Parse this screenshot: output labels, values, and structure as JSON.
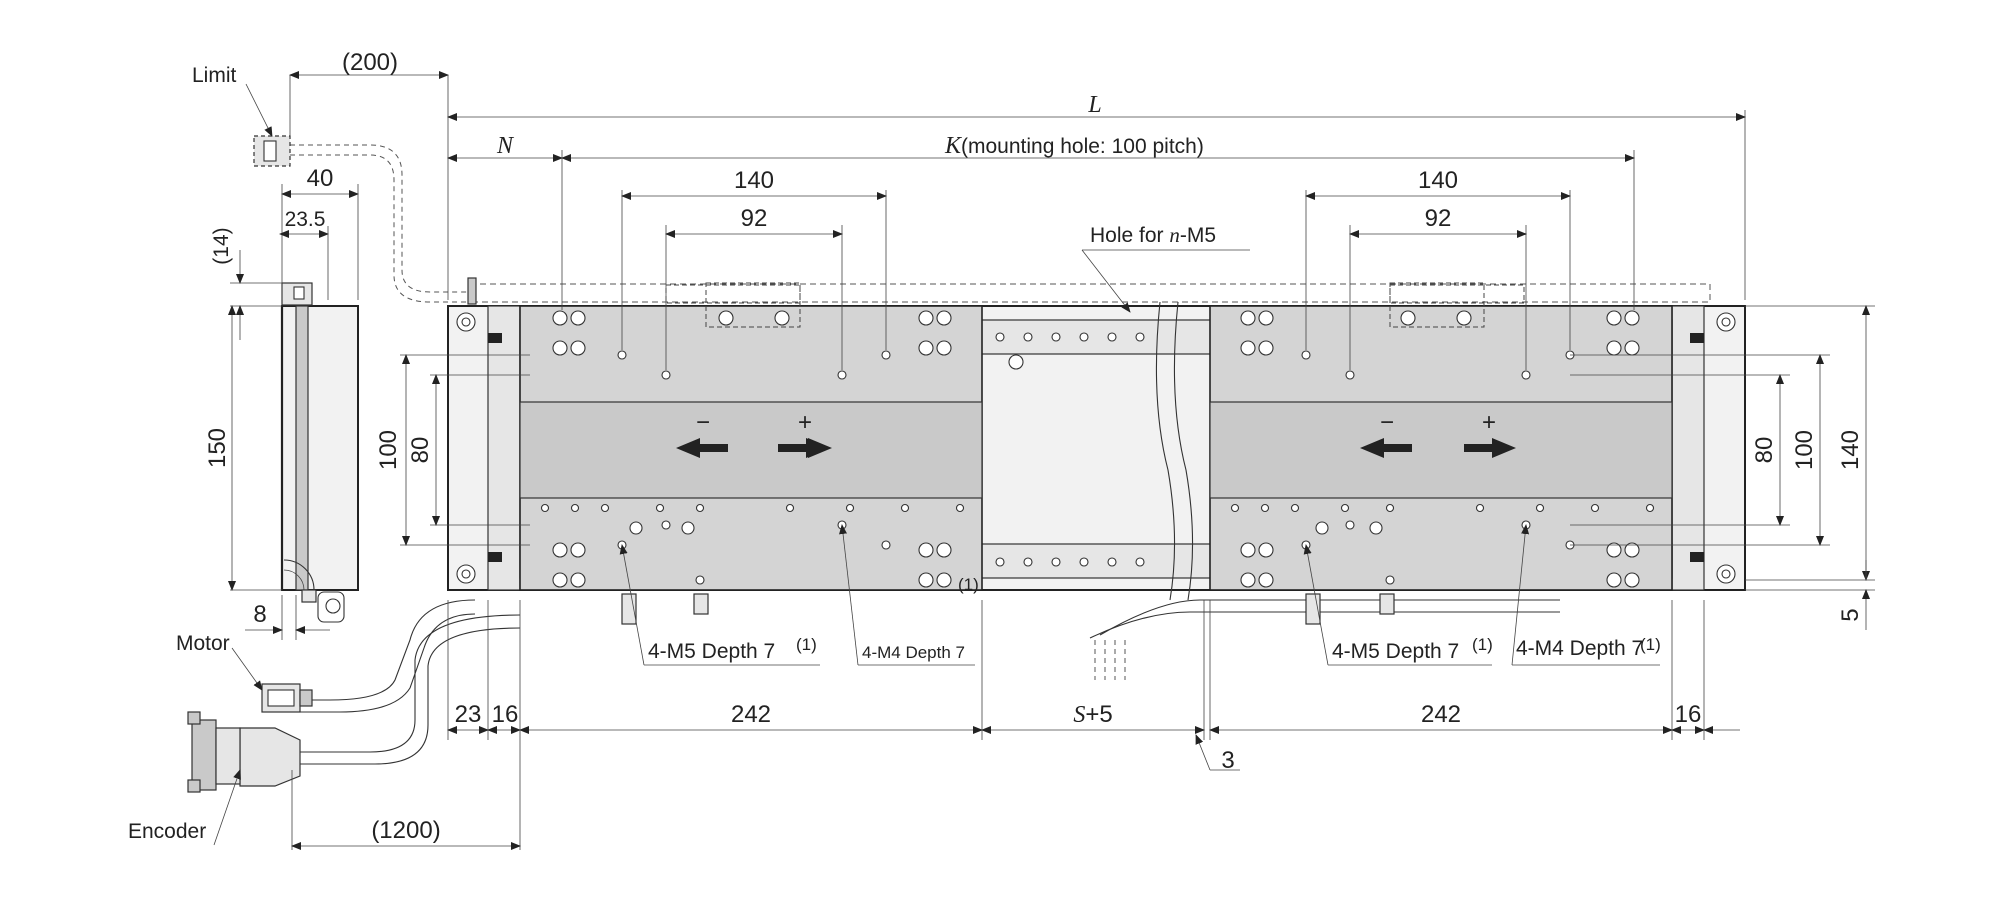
{
  "labels": {
    "limit": "Limit",
    "motor": "Motor",
    "encoder": "Encoder",
    "hole_for": "Hole for ",
    "hole_n": "n",
    "hole_m5": "-M5",
    "k_letter": "K",
    "k_desc": "(mounting hole: 100 pitch)",
    "l_letter": "L",
    "n_letter": "N",
    "s_letter": "S",
    "s_suffix": "+5",
    "minus": "−",
    "plus": "+",
    "callout_m5_left": "4-M5 Depth 7",
    "callout_m5_left_note": "(1)",
    "callout_m4_left": "4-M4 Depth 7",
    "callout_m4_left_note": "(1)",
    "callout_m5_right": "4-M5 Depth 7",
    "callout_m5_right_note": "(1)",
    "callout_m4_right": "4-M4 Depth 7",
    "callout_m4_right_note": "(1)"
  },
  "dimensions": {
    "cable_limit": "(200)",
    "side_width": "40",
    "side_inner": "23.5",
    "side_top": "(14)",
    "side_height": "150",
    "side_foot": "8",
    "left_140": "140",
    "left_92": "92",
    "right_140": "140",
    "right_92": "92",
    "left_100": "100",
    "left_80": "80",
    "right_80": "80",
    "right_100": "100",
    "right_140_v": "140",
    "right_5": "5",
    "bottom_23": "23",
    "bottom_16_left": "16",
    "bottom_242_left": "242",
    "bottom_242_right": "242",
    "bottom_16_right": "16",
    "bottom_3": "3",
    "cable_1200": "(1200)"
  }
}
